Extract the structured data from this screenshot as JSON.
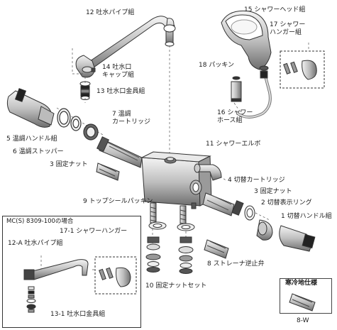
{
  "labels": {
    "p12": "12 吐水パイプ組",
    "p15": "15 シャワーヘッド組",
    "p17": "17 シャワー\nハンガー組",
    "p14": "14 吐水口\nキャップ組",
    "p13": "13 吐水口金具組",
    "p18": "18 パッキン",
    "p7": "7 温調\nカートリッジ",
    "p16": "16 シャワー\nホース組",
    "p5": "5 温調ハンドル組",
    "p6": "6 温調ストッパー",
    "p11": "11 シャワーエルボ",
    "p3a": "3 固定ナット",
    "p4": "4 切替カートリッジ",
    "p3b": "3 固定ナット",
    "p2": "2 切替表示リング",
    "p9": "9 トップシールパッキン",
    "p1": "1 切替ハンドル組",
    "p8": "8 ストレーナ逆止弁",
    "p10": "10 固定ナットセット"
  },
  "mc_box": {
    "title": "MC(S) 8309-100の場合",
    "p17_1": "17-1 シャワーハンガー",
    "p12A": "12-A 吐水パイプ組",
    "p13_1": "13-1 吐水口金具組"
  },
  "cold_box": {
    "title": "寒冷地仕様",
    "code": "8-W"
  }
}
